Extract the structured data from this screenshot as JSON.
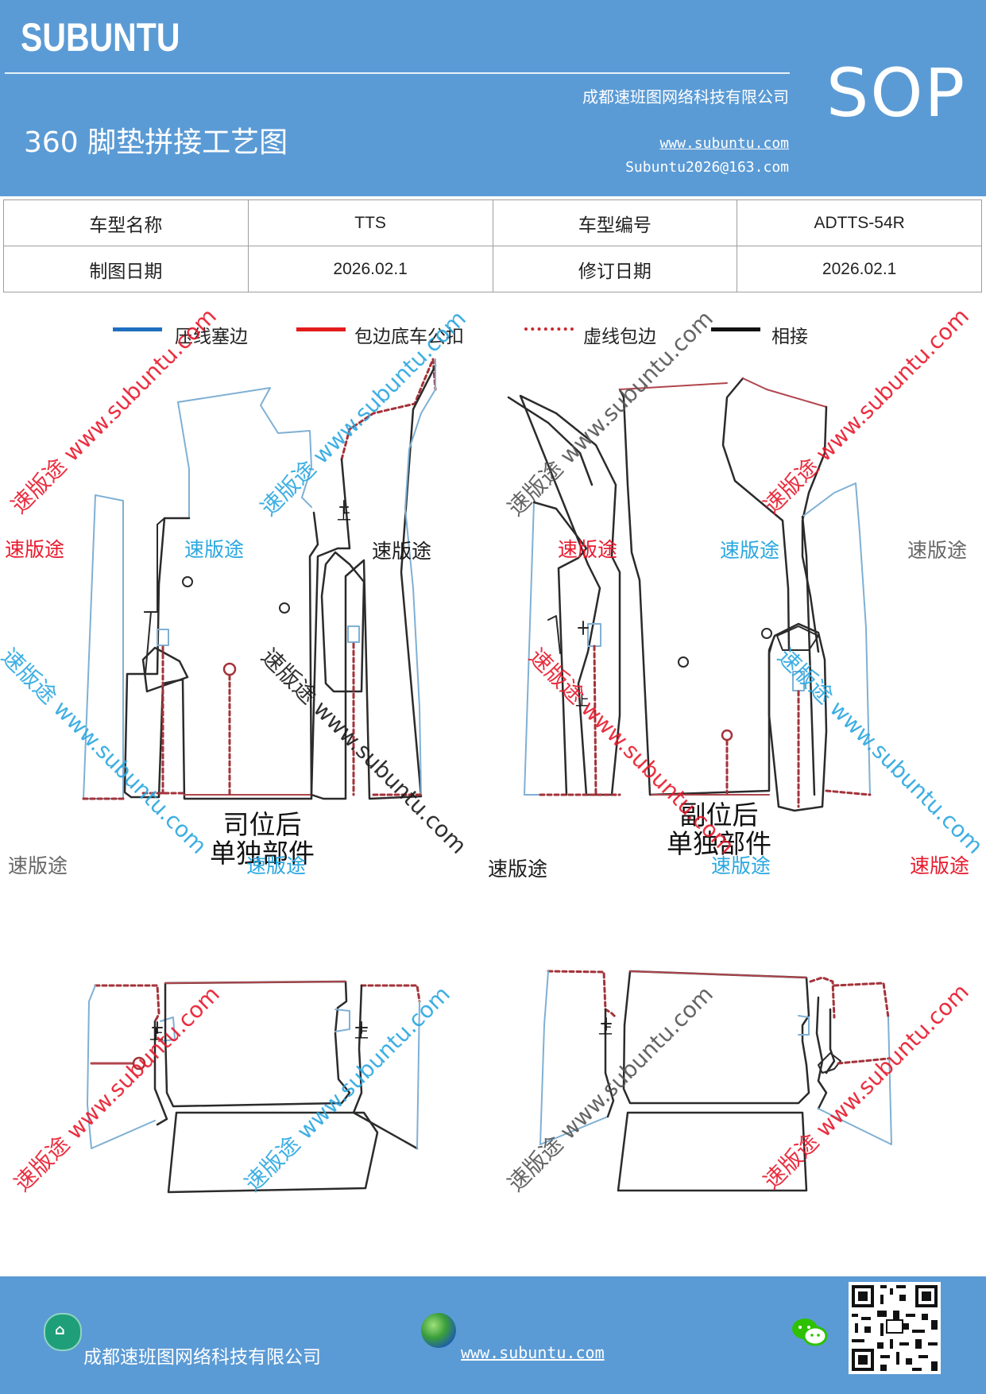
{
  "header": {
    "brand": "SUBUNTU",
    "doc_type": "SOP",
    "company": "成都速班图网络科技有限公司",
    "title": "360 脚垫拼接工艺图",
    "website": "www.subuntu.com",
    "email": "Subuntu2026@163.com",
    "background_color": "#5b9bd5"
  },
  "info_table": {
    "rows": [
      {
        "label1": "车型名称",
        "value1": "TTS",
        "label2": "车型编号",
        "value2": "ADTTS-54R"
      },
      {
        "label1": "制图日期",
        "value1": "2026.02.1",
        "label2": "修订日期",
        "value2": "2026.02.1"
      }
    ]
  },
  "legend": [
    {
      "label": "压线塞边",
      "color": "#1f6fbf",
      "style": "solid"
    },
    {
      "label": "包边底车公扣",
      "color": "#e31b1b",
      "style": "solid"
    },
    {
      "label": "虚线包边",
      "color": "#c8282d",
      "style": "dotted"
    },
    {
      "label": "相接",
      "color": "#111111",
      "style": "solid"
    }
  ],
  "drawing": {
    "marker_up": "上",
    "label_driver_rear": [
      "司位后",
      "单独部件"
    ],
    "label_passenger_rear": [
      "副位后",
      "单独部件"
    ],
    "colors": {
      "outline": "#2b2b2b",
      "pressed_edge": "#7fb0d4",
      "bound_edge": "#b0454d",
      "dashed_edge": "#a3333a"
    }
  },
  "watermarks": {
    "short": "速版途",
    "long": "速版途 www.subuntu.com",
    "url": "www.subuntu.com",
    "colors": {
      "red": "#e8192c",
      "blue": "#2aa7e0",
      "black": "#1a1a1a",
      "gray": "#666666"
    }
  },
  "footer": {
    "company": "成都速班图网络科技有限公司",
    "website": "www.subuntu.com",
    "home_icon": "home-icon",
    "globe_icon": "globe-icon",
    "wechat_icon": "wechat-icon",
    "qr_icon": "qr-code"
  }
}
